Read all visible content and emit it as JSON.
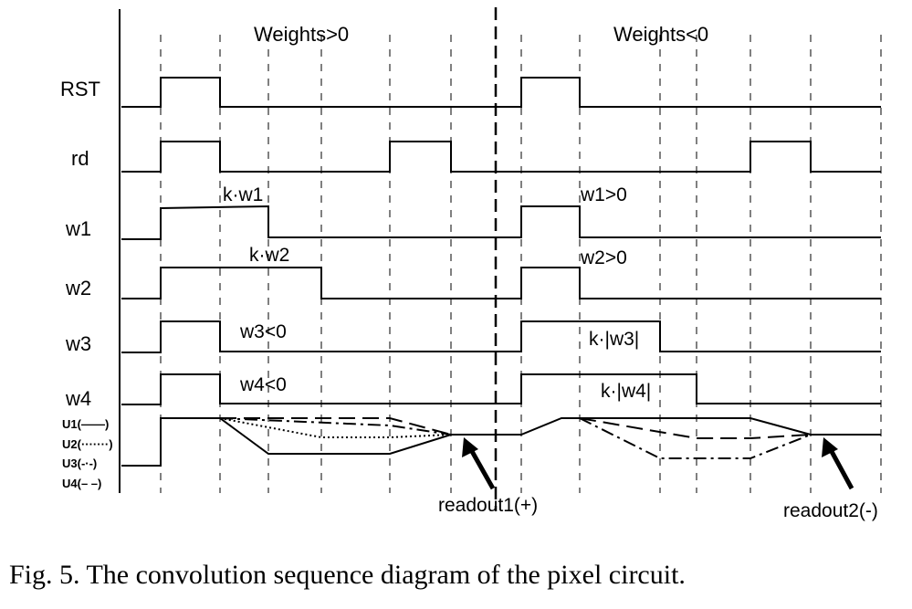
{
  "phases": {
    "positive": "Weights>0",
    "negative": "Weights<0"
  },
  "signals": {
    "rst": "RST",
    "rd": "rd",
    "w1": "w1",
    "w2": "w2",
    "w3": "w3",
    "w4": "w4"
  },
  "legend": {
    "u1": "U1(——)",
    "u2": "U2(·······)",
    "u3": "U3(-·-)",
    "u4": "U4(– –)"
  },
  "annotations": {
    "kw1": "k·w1",
    "kw2": "k·w2",
    "w3_neg": "w3<0",
    "w4_neg": "w4<0",
    "w1_pos": "w1>0",
    "w2_pos": "w2>0",
    "kw3_abs": "k·|w3|",
    "kw4_abs": "k·|w4|"
  },
  "readouts": {
    "first": "readout1(+)",
    "second": "readout2(-)"
  },
  "caption": "Fig. 5.  The convolution sequence diagram of the pixel circuit."
}
